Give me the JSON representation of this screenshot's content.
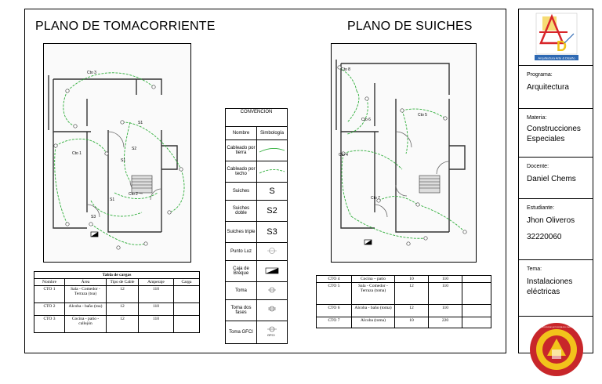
{
  "titles": {
    "left": "PLANO DE TOMACORRIENTE",
    "right": "PLANO DE SUICHES"
  },
  "plan_left_labels": [
    "Cto 3",
    "Cto 1",
    "Cto 2",
    "S1",
    "S1",
    "S1",
    "S2",
    "S3"
  ],
  "plan_right_labels": [
    "Cto 8",
    "Cto 6",
    "Cto 5",
    "Cto 4",
    "Cto 7"
  ],
  "convencion": {
    "title": "CONVENCION",
    "header_name": "Nombre",
    "header_symbol": "Simbología",
    "rows": [
      {
        "name": "Cableado por tierra",
        "symbol": ""
      },
      {
        "name": "Cableado por techo",
        "symbol": ""
      },
      {
        "name": "Suiches",
        "symbol": "S"
      },
      {
        "name": "Suiches doble",
        "symbol": "S2"
      },
      {
        "name": "Suiches triple",
        "symbol": "S3"
      },
      {
        "name": "Punto Luz",
        "symbol": ""
      },
      {
        "name": "Caja de Breque",
        "symbol": ""
      },
      {
        "name": "Toma",
        "symbol": ""
      },
      {
        "name": "Toma dos fases",
        "symbol": ""
      },
      {
        "name": "Toma GFCI",
        "symbol": "GFCI"
      }
    ]
  },
  "load_table": {
    "title": "Tabla de cargas",
    "headers": [
      "Nombre",
      "Área",
      "Tipo de Cable",
      "Amperaje",
      "Carga"
    ],
    "rows": [
      [
        "CTO 1",
        "Sala - Comedor - Terraza (toa)",
        "12",
        "110",
        ""
      ],
      [
        "CTO 2",
        "Alcoba - baño (toa)",
        "12",
        "110",
        ""
      ],
      [
        "CTO 3",
        "Cocina - patio - callejón",
        "12",
        "110",
        ""
      ]
    ]
  },
  "load_table_2": {
    "rows": [
      [
        "CTO 4",
        "Cocina – patio",
        "10",
        "110",
        ""
      ],
      [
        "CTO 5",
        "Sala - Comedor - Terraza (toma)",
        "12",
        "110",
        ""
      ],
      [
        "CTO 6",
        "Alcoba - baño (toma)",
        "12",
        "110",
        ""
      ],
      [
        "CTO 7",
        "Alcoba (toma)",
        "10",
        "220",
        ""
      ]
    ]
  },
  "sidebar": {
    "logo_caption": "Arquitectura Arte & Diseño",
    "logo_letters": [
      "A",
      "D"
    ],
    "programa_label": "Programa:",
    "programa_value": "Arquitectura",
    "materia_label": "Materia:",
    "materia_value": "Construcciones Especiales",
    "docente_label": "Docente:",
    "docente_value": "Daniel Chems",
    "estudiante_label": "Estudiante:",
    "estudiante_name": "Jhon Oliveros",
    "estudiante_id": "32220060",
    "tema_label": "Tema:",
    "tema_value": "Instalaciones eléctricas",
    "seal_text": "UNIVERSIDAD AUTONOMA DEL CARIBE"
  },
  "colors": {
    "wire": "#2fae3a",
    "wall": "#333333",
    "seal_red": "#c8262a",
    "seal_yellow": "#f2c31b",
    "logo_red": "#d8262a",
    "logo_yellow": "#f0c419",
    "logo_blue": "#2e69b3"
  }
}
